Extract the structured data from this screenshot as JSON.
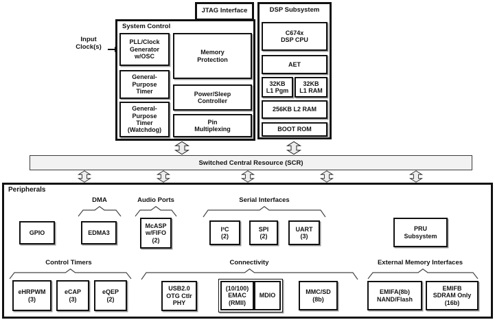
{
  "colors": {
    "background": "#ffffff",
    "border": "#111111",
    "scr_fill": "#f2f2f2",
    "arrow_fill": "#ededed"
  },
  "top": {
    "jtag_label": "JTAG Interface",
    "input_clocks_label": "Input\nClock(s)",
    "system_control": {
      "title": "System Control",
      "pll": "PLL/Clock\nGenerator\nw/OSC",
      "gp_timer": "General-\nPurpose\nTimer",
      "gp_timer_watchdog": "General-\nPurpose\nTimer\n(Watchdog)",
      "memory_protection": "Memory\nProtection",
      "power_sleep": "Power/Sleep\nController",
      "pin_mux": "Pin\nMultiplexing"
    },
    "dsp_subsystem": {
      "title": "DSP Subsystem",
      "cpu": "C674x\nDSP CPU",
      "aet": "AET",
      "l1_pgm": "32KB\nL1 Pgm",
      "l1_ram": "32KB\nL1 RAM",
      "l2_ram": "256KB L2 RAM",
      "boot_rom": "BOOT ROM"
    }
  },
  "scr": {
    "label": "Switched Central Resource (SCR)"
  },
  "peripherals": {
    "title": "Peripherals",
    "groups": {
      "dma": "DMA",
      "audio_ports": "Audio Ports",
      "serial_interfaces": "Serial Interfaces",
      "control_timers": "Control Timers",
      "connectivity": "Connectivity",
      "external_memory": "External Memory Interfaces"
    },
    "blocks": {
      "gpio": "GPIO",
      "edma3": "EDMA3",
      "mcasp": "McASP\nw/FIFO\n(2)",
      "i2c": "I²C\n(2)",
      "spi": "SPI\n(2)",
      "uart": "UART\n(3)",
      "pru": "PRU\nSubsystem",
      "ehrpwm": "eHRPWM\n(3)",
      "ecap": "eCAP\n(3)",
      "eqep": "eQEP\n(2)",
      "usb": "USB2.0\nOTG Ctlr\nPHY",
      "emac": "(10/100)\nEMAC\n(RMII)",
      "mdio": "MDIO",
      "mmcsd": "MMC/SD\n(8b)",
      "emifa": "EMIFA(8b)\nNAND/Flash",
      "emifb": "EMIFB\nSDRAM Only\n(16b)"
    }
  }
}
